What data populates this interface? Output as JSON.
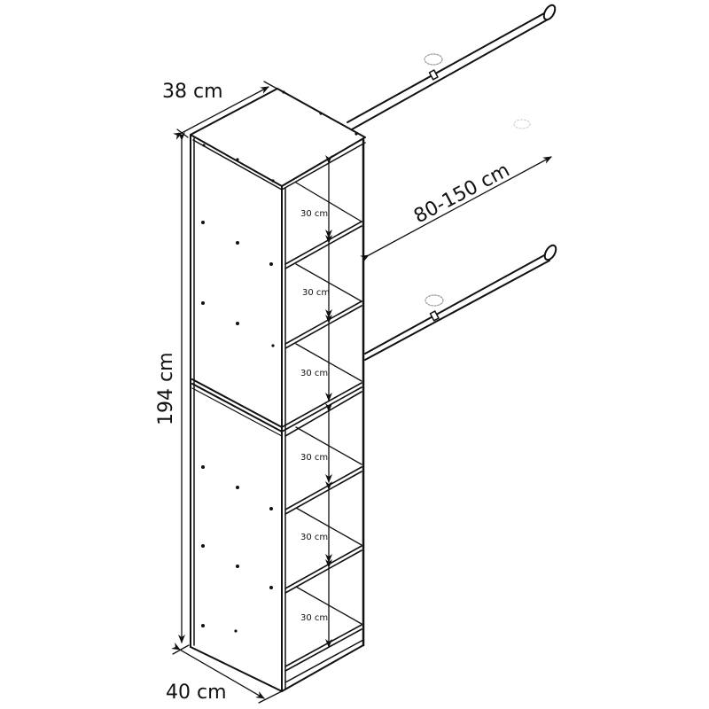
{
  "diagram": {
    "type": "isometric technical drawing",
    "subject": "shelving tower with two telescopic hanging rods",
    "colors": {
      "line": "#111111",
      "background": "#ffffff",
      "knob": "#9a9a9a"
    },
    "dimensions": {
      "depth_top": "38 cm",
      "depth_bottom": "40 cm",
      "height": "194 cm",
      "rod_length": "80-150 cm"
    },
    "shelf_spacings": [
      "30 cm",
      "30 cm",
      "30 cm",
      "30 cm",
      "30 cm",
      "30 cm"
    ],
    "rods": [
      {
        "name": "upper rod",
        "has_knob": true
      },
      {
        "name": "lower rod",
        "has_knob": true
      }
    ]
  }
}
